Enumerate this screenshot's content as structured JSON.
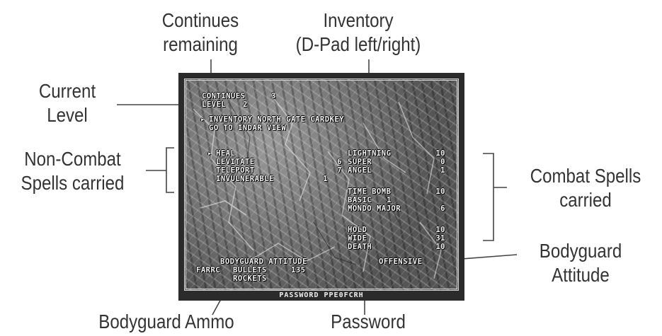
{
  "callouts": {
    "continues": [
      "Continues",
      "remaining"
    ],
    "inventory": [
      "Inventory",
      "(D-Pad left/right)"
    ],
    "current_level": [
      "Current",
      "Level"
    ],
    "non_combat": [
      "Non-Combat",
      "Spells carried"
    ],
    "combat": [
      "Combat Spells",
      "carried"
    ],
    "attitude": [
      "Bodyguard",
      "Attitude"
    ],
    "ammo": "Bodyguard Ammo",
    "password": "Password"
  },
  "game": {
    "continues_label": "CONTINUES",
    "continues_value": "3",
    "level_label": "LEVEL",
    "level_value": "2",
    "inventory_line": "INVENTORY  NORTH GATE CARDKEY",
    "view_line": "GO TO INDAR VIEW",
    "non_combat_spells": [
      {
        "name": "HEAL",
        "value": ""
      },
      {
        "name": "LEVITATE",
        "value": "6"
      },
      {
        "name": "TELEPORT",
        "value": "7"
      },
      {
        "name": "INVULNERABLE",
        "value": "1"
      }
    ],
    "combat_spells_top": [
      {
        "name": "LIGHTNING",
        "value": "10"
      },
      {
        "name": "SUPER",
        "value": "0"
      },
      {
        "name": "ANGEL",
        "value": "1"
      }
    ],
    "combat_spells_mid": [
      {
        "name": "TIME BOMB",
        "value": "10"
      },
      {
        "name": "BASIC",
        "value": "1"
      },
      {
        "name": "MONDO MAJOR",
        "value": "6"
      }
    ],
    "combat_spells_bottom": [
      {
        "name": "HOLD",
        "value": "10"
      },
      {
        "name": "WIDE",
        "value": "31"
      },
      {
        "name": "DEATH",
        "value": "10"
      }
    ],
    "attitude_label": "BODYGUARD ATTITUDE",
    "attitude_value": "OFFENSIVE",
    "ammo_name": "FARRC",
    "ammo_rows": [
      {
        "type": "BULLETS",
        "value": "135"
      },
      {
        "type": "ROCKETS",
        "value": ""
      }
    ],
    "password_label": "PASSWORD",
    "password_value": "PPE0FCRH"
  }
}
